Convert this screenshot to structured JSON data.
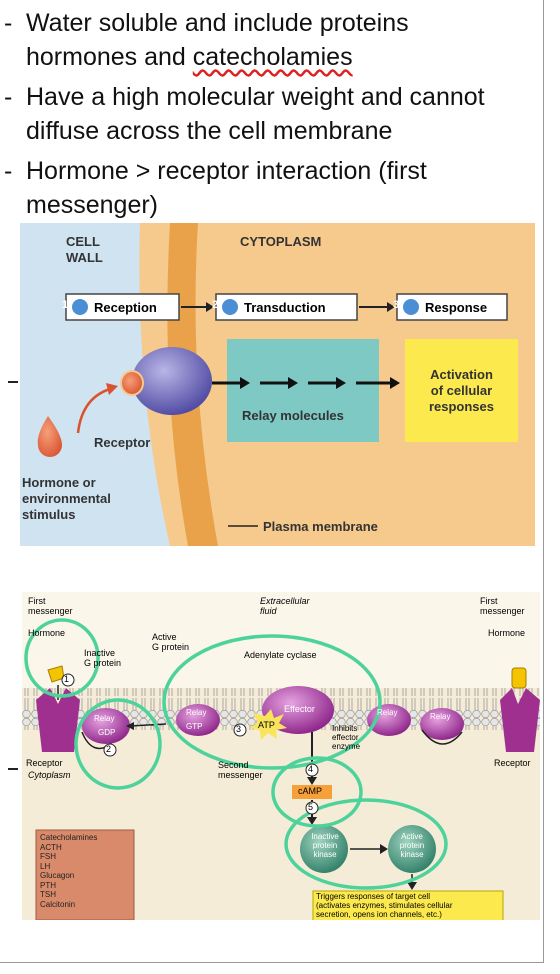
{
  "bullets": [
    {
      "dash": "-",
      "line1_pre": "Water soluble and include proteins",
      "line2_pre": "hormones and ",
      "line2_squiggle": "catecholamies"
    },
    {
      "dash": "-",
      "line1": "Have a high molecular weight and cannot",
      "line2": "diffuse across the cell membrane"
    },
    {
      "dash": "-",
      "line1": "Hormone > receptor interaction (first",
      "line2": "messenger)"
    }
  ],
  "figure1": {
    "cell_wall": [
      "CELL",
      "WALL"
    ],
    "cytoplasm": "CYTOPLASM",
    "steps": [
      {
        "num": "1",
        "label": "Reception"
      },
      {
        "num": "2",
        "label": "Transduction"
      },
      {
        "num": "3",
        "label": "Response"
      }
    ],
    "relay": "Relay molecules",
    "activation": [
      "Activation",
      "of cellular",
      "responses"
    ],
    "receptor": "Receptor",
    "hormone": [
      "Hormone or",
      "environmental",
      "stimulus"
    ],
    "plasma_membrane": "Plasma membrane"
  },
  "figure2": {
    "first_messenger_left": [
      "First",
      "messenger"
    ],
    "first_messenger_right": [
      "First",
      "messenger"
    ],
    "extracellular": [
      "Extracellular",
      "fluid"
    ],
    "hormone_left": "Hormone",
    "hormone_right": "Hormone",
    "inactive_g": [
      "Inactive",
      "G protein"
    ],
    "active_g": [
      "Active",
      "G protein"
    ],
    "adenylate": "Adenylate cyclase",
    "effector": "Effector",
    "relay": "Relay",
    "gdp": "GDP",
    "gtp": "GTP",
    "atp": "ATP",
    "inhibits": [
      "Inhibits",
      "effector",
      "enzyme"
    ],
    "receptor_left": "Receptor",
    "receptor_right": "Receptor",
    "cytoplasm": "Cytoplasm",
    "second": [
      "Second",
      "messenger"
    ],
    "camp": "cAMP",
    "inactive_pk": [
      "Inactive",
      "protein",
      "kinase"
    ],
    "active_pk": [
      "Active",
      "protein",
      "kinase"
    ],
    "triggers": [
      "Triggers responses of target cell",
      "(activates enzymes, stimulates cellular",
      "secretion, opens ion channels, etc.)"
    ],
    "nums": [
      "1",
      "2",
      "3",
      "4",
      "5"
    ],
    "hormone_list": [
      "Catecholamines",
      "ACTH",
      "FSH",
      "LH",
      "Glucagon",
      "PTH",
      "TSH",
      "Calcitonin"
    ]
  }
}
